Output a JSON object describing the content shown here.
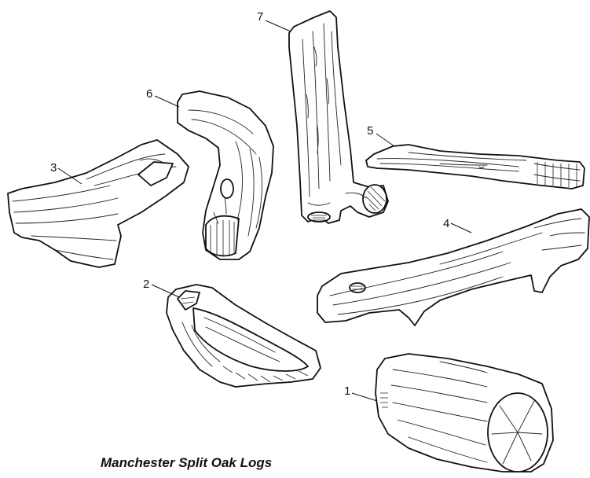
{
  "caption": "Manchester Split Oak Logs",
  "callouts": [
    {
      "number": "1"
    },
    {
      "number": "2"
    },
    {
      "number": "3"
    },
    {
      "number": "4"
    },
    {
      "number": "5"
    },
    {
      "number": "6"
    },
    {
      "number": "7"
    }
  ]
}
